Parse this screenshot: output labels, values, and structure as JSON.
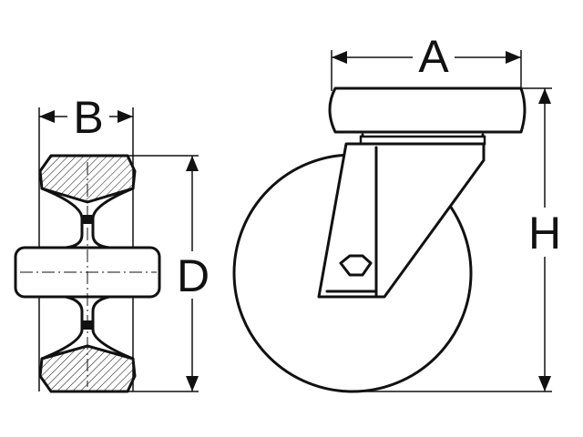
{
  "labels": {
    "a": "A",
    "b": "B",
    "d": "D",
    "h": "H"
  }
}
